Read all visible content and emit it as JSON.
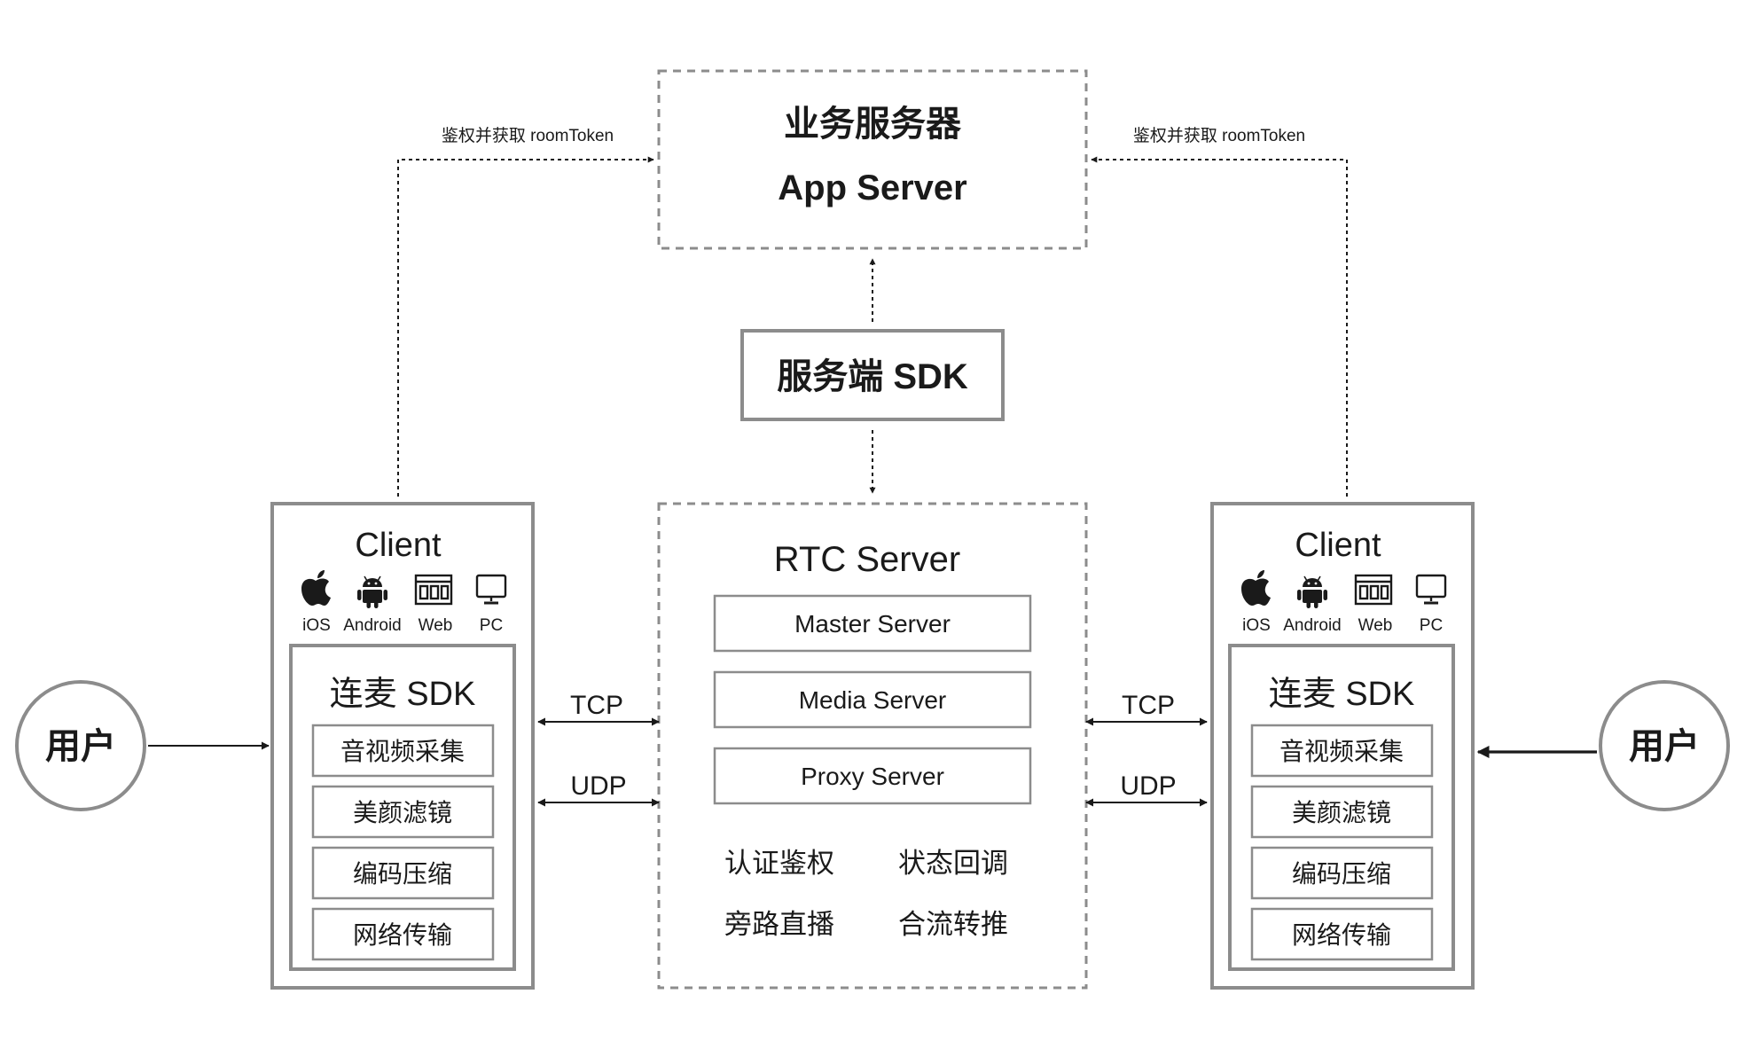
{
  "app_server": {
    "title_cn": "业务服务器",
    "title_en": "App Server"
  },
  "server_sdk": {
    "label": "服务端 SDK"
  },
  "auth_left": "鉴权并获取 roomToken",
  "auth_right": "鉴权并获取 roomToken",
  "rtc_server": {
    "title": "RTC Server",
    "components": [
      "Master Server",
      "Media Server",
      "Proxy Server"
    ],
    "features": [
      "认证鉴权",
      "状态回调",
      "旁路直播",
      "合流转推"
    ]
  },
  "protocols": {
    "tcp": "TCP",
    "udp": "UDP"
  },
  "client_left": {
    "title": "Client",
    "platforms": [
      {
        "icon": "apple-icon",
        "label": "iOS"
      },
      {
        "icon": "android-icon",
        "label": "Android"
      },
      {
        "icon": "web-icon",
        "label": "Web"
      },
      {
        "icon": "pc-icon",
        "label": "PC"
      }
    ],
    "sdk_title": "连麦 SDK",
    "modules": [
      "音视频采集",
      "美颜滤镜",
      "编码压缩",
      "网络传输"
    ]
  },
  "client_right": {
    "title": "Client",
    "platforms": [
      {
        "icon": "apple-icon",
        "label": "iOS"
      },
      {
        "icon": "android-icon",
        "label": "Android"
      },
      {
        "icon": "web-icon",
        "label": "Web"
      },
      {
        "icon": "pc-icon",
        "label": "PC"
      }
    ],
    "sdk_title": "连麦 SDK",
    "modules": [
      "音视频采集",
      "美颜滤镜",
      "编码压缩",
      "网络传输"
    ]
  },
  "user_left": {
    "label": "用户"
  },
  "user_right": {
    "label": "用户"
  }
}
